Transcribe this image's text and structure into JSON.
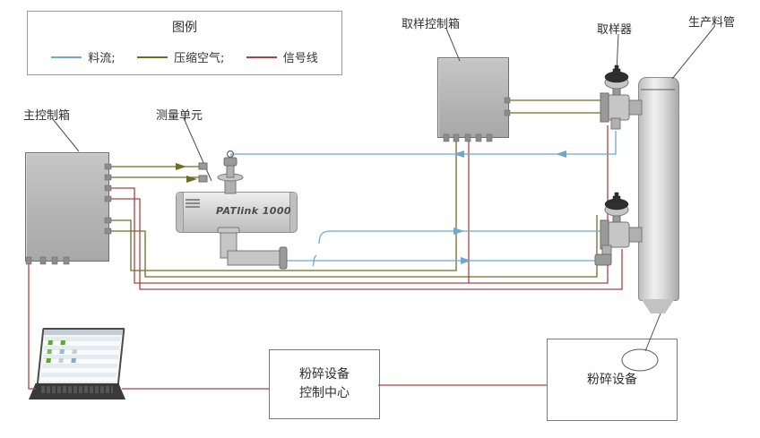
{
  "colors": {
    "flow": "#6fa8cf",
    "air": "#6d6d26",
    "signal": "#a64545",
    "leader": "#4f4f4f"
  },
  "legend": {
    "title": "图例",
    "items": [
      {
        "id": "flow",
        "label": "料流;"
      },
      {
        "id": "air",
        "label": "压缩空气;"
      },
      {
        "id": "signal",
        "label": "信号线"
      }
    ]
  },
  "labels": {
    "main_control_box": "主控制箱",
    "measurement_unit": "测量单元",
    "sampling_control_box": "取样控制箱",
    "sampler": "取样器",
    "production_pipe": "生产料管"
  },
  "measurement_unit": {
    "model": "PATlink 1000"
  },
  "boxes": {
    "control_center_line1": "粉碎设备",
    "control_center_line2": "控制中心",
    "crusher": "粉碎设备"
  }
}
